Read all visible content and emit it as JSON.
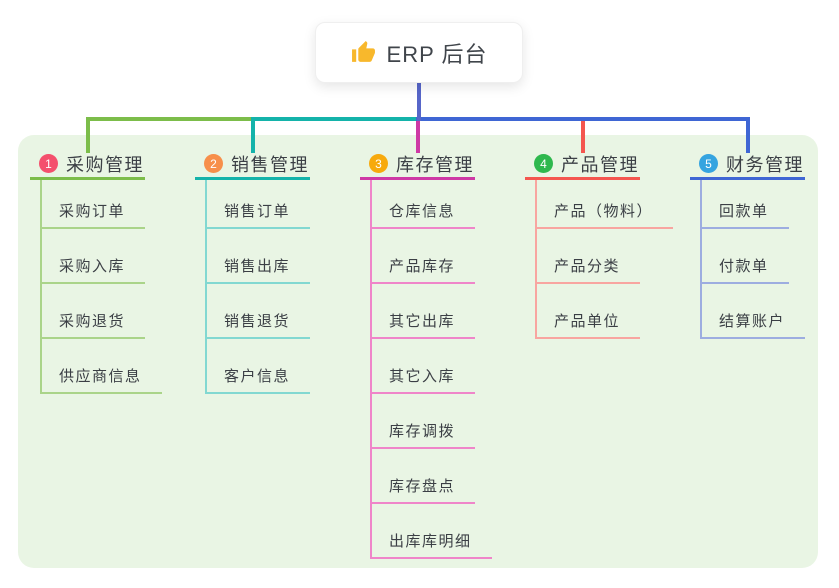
{
  "root": {
    "icon": "thumbs-up",
    "label": "ERP 后台"
  },
  "panel_color": "#e9f5e4",
  "connector_root_color": "#5766c9",
  "text_color": "#3b3f45",
  "branches": [
    {
      "index": "1",
      "label": "采购管理",
      "badge_color": "#f4506d",
      "line_color": "#7cbd4a",
      "light_color": "#aad489",
      "children": [
        "采购订单",
        "采购入库",
        "采购退货",
        "供应商信息"
      ]
    },
    {
      "index": "2",
      "label": "销售管理",
      "badge_color": "#f78f4a",
      "line_color": "#14b3aa",
      "light_color": "#82d8d1",
      "children": [
        "销售订单",
        "销售出库",
        "销售退货",
        "客户信息"
      ]
    },
    {
      "index": "3",
      "label": "库存管理",
      "badge_color": "#f7aa0d",
      "line_color": "#ce39a5",
      "light_color": "#ef85c9",
      "children": [
        "仓库信息",
        "产品库存",
        "其它出库",
        "其它入库",
        "库存调拨",
        "库存盘点",
        "出库库明细"
      ]
    },
    {
      "index": "4",
      "label": "产品管理",
      "badge_color": "#2eb84d",
      "line_color": "#f4564f",
      "light_color": "#f8a5a0",
      "children": [
        "产品（物料）",
        "产品分类",
        "产品单位"
      ]
    },
    {
      "index": "5",
      "label": "财务管理",
      "badge_color": "#35a4e0",
      "line_color": "#3f66d4",
      "light_color": "#9dade0",
      "children": [
        "回款单",
        "付款单",
        "结算账户"
      ]
    }
  ]
}
